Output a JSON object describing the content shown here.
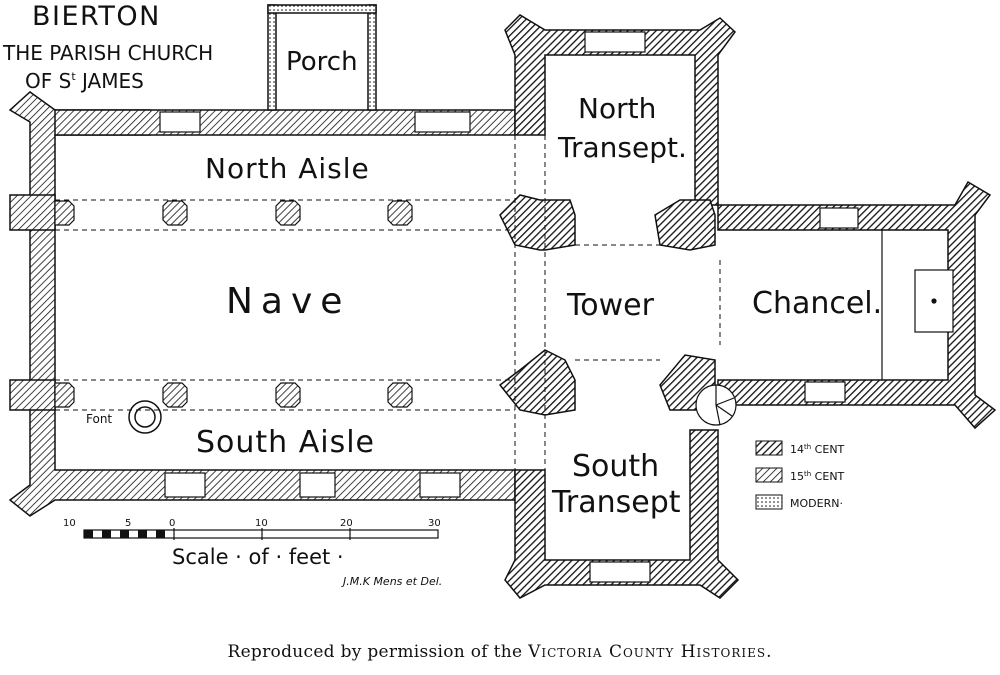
{
  "title": {
    "line1": "BIERTON",
    "line2": "THE PARISH CHURCH",
    "line3_prefix": "OF S",
    "line3_sup": "t",
    "line3_suffix": " JAMES"
  },
  "rooms": {
    "porch": "Porch",
    "north_aisle": "North Aisle",
    "nave": "Nave",
    "south_aisle": "South Aisle",
    "north_transept_1": "North",
    "north_transept_2": "Transept.",
    "tower": "Tower",
    "south_transept_1": "South",
    "south_transept_2": "Transept",
    "chancel": "Chancel."
  },
  "font_label": "Font",
  "legend": {
    "c14_num": "14",
    "c14_sup": "th",
    "c14_suffix": " CENT",
    "c15_num": "15",
    "c15_sup": "th",
    "c15_suffix": " CENT",
    "modern": "MODERN·"
  },
  "scale": {
    "ticks": [
      "10",
      "5",
      "0",
      "10",
      "20",
      "30"
    ],
    "label": "Scale · of · feet ·"
  },
  "credit": "J.M.K  Mens et Del.",
  "caption": {
    "prefix": "Reproduced by permission of the",
    "suffix": "Victoria County Histories."
  },
  "colors": {
    "ink": "#111111",
    "paper": "#ffffff"
  }
}
